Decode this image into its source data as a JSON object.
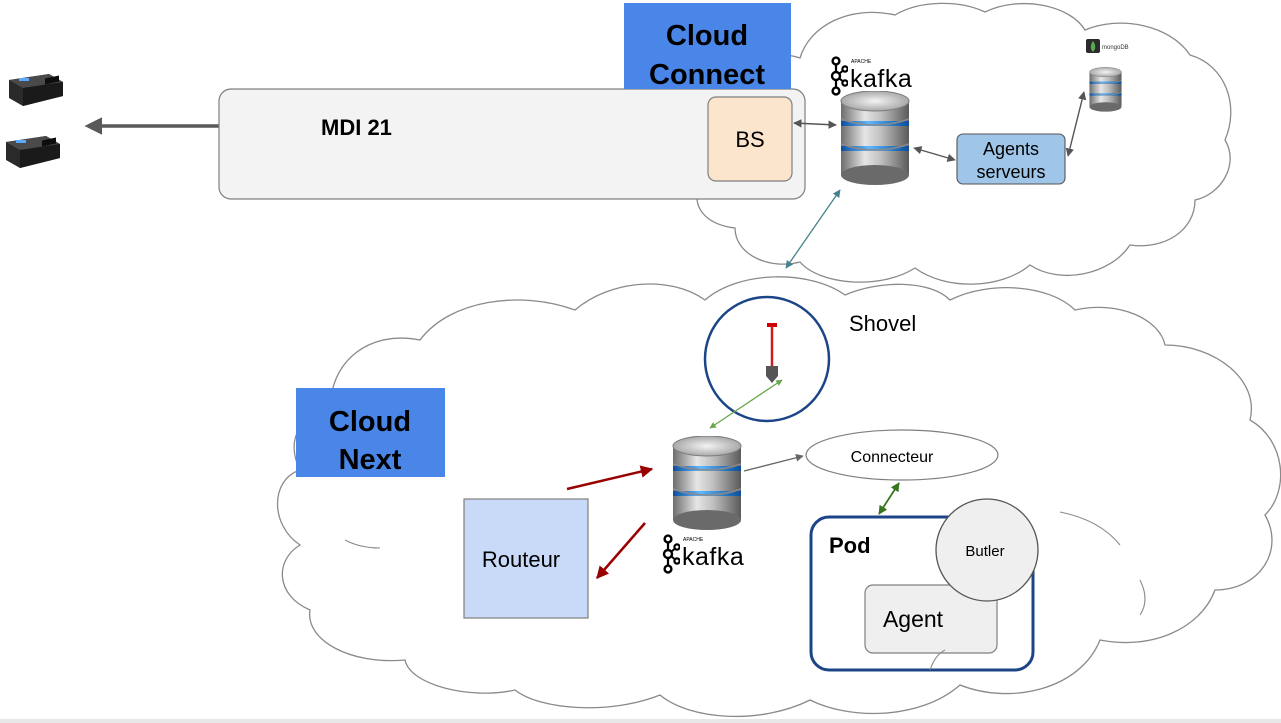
{
  "cloud_connect": {
    "title_line1": "Cloud",
    "title_line2": "Connect",
    "mdi_label": "MDI 21",
    "bs_label": "BS",
    "kafka_label": "kafka",
    "kafka_brand": "APACHE",
    "agents_line1": "Agents",
    "agents_line2": "serveurs",
    "mongodb_label": "mongoDB"
  },
  "cloud_next": {
    "title_line1": "Cloud",
    "title_line2": "Next",
    "shovel_label": "Shovel",
    "connecteur_label": "Connecteur",
    "routeur_label": "Routeur",
    "kafka_label": "kafka",
    "kafka_brand": "APACHE",
    "pod_label": "Pod",
    "butler_label": "Butler",
    "agent_label": "Agent"
  },
  "colors": {
    "title_box": "#4a86e8",
    "bs_fill": "#fce5cd",
    "agents_fill": "#9fc5e8",
    "routeur_fill": "#c9daf8",
    "pod_border": "#1c4587",
    "red_arrow": "#990000",
    "green_arrow": "#6aa84f",
    "teal_arrow": "#45818e"
  }
}
